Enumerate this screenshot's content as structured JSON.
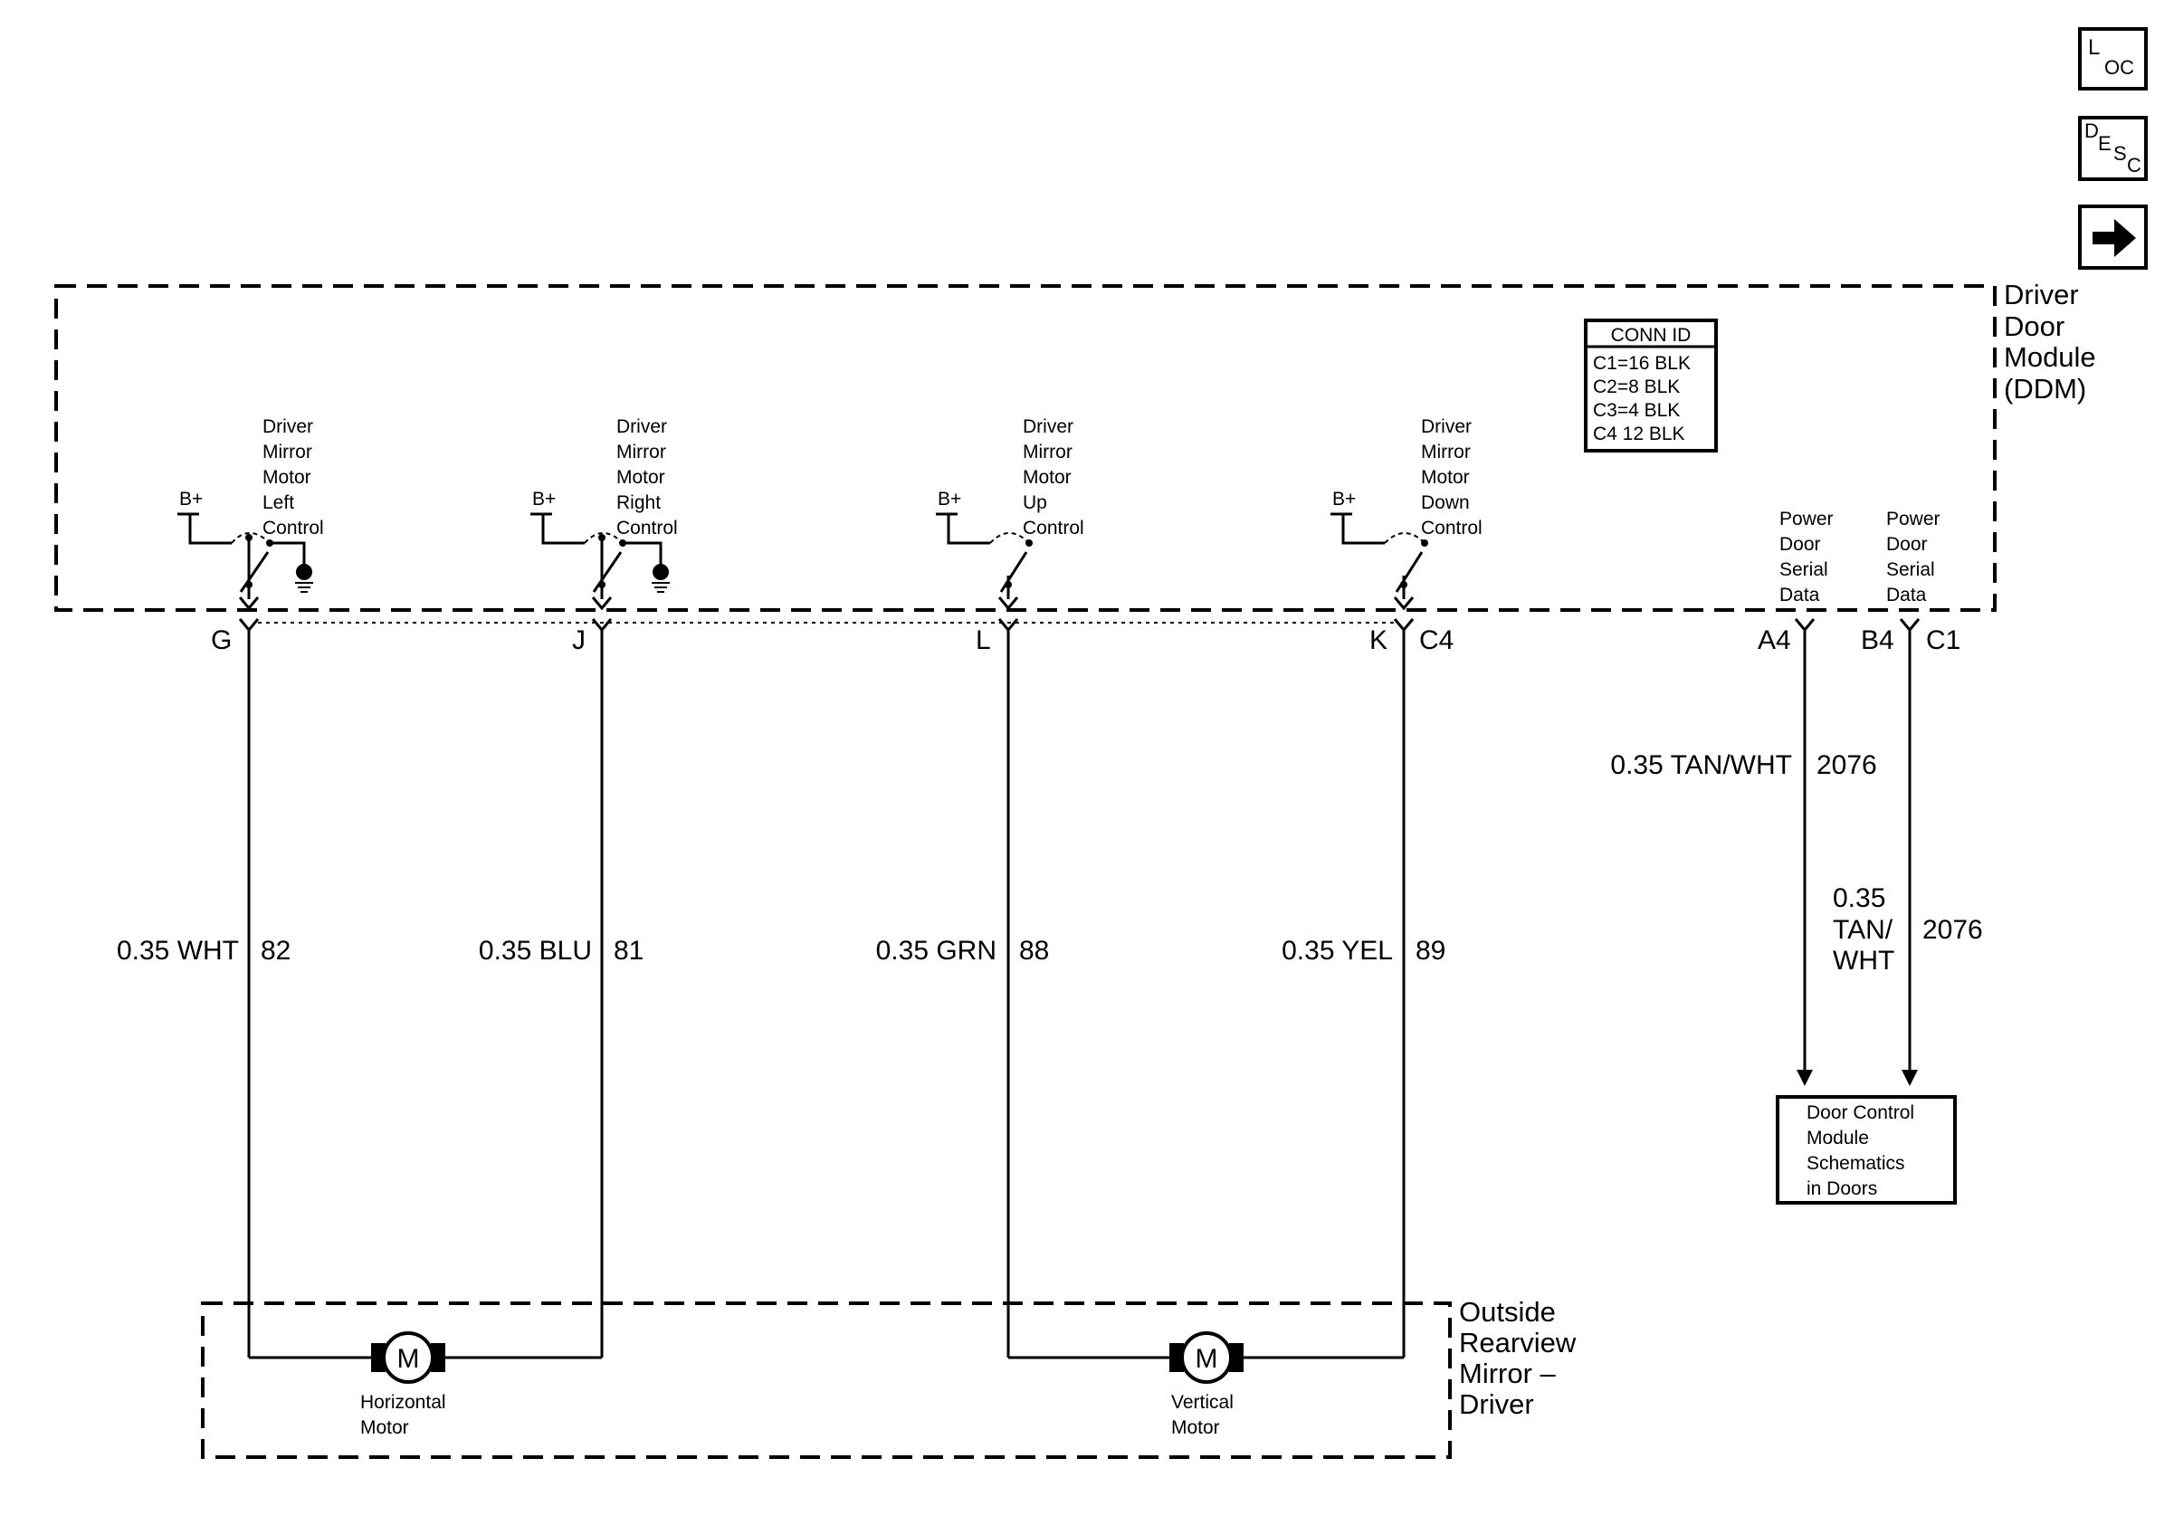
{
  "nav": {
    "loc": {
      "big": "L",
      "small": "OC"
    },
    "desc": {
      "big": "D",
      "mid": "E",
      "small1": "S",
      "small2": "C"
    },
    "arrow_icon": "right-arrow-icon"
  },
  "ddm": {
    "label_lines": [
      "Driver",
      "Door",
      "Module",
      "(DDM)"
    ]
  },
  "conn_id": {
    "title": "CONN ID",
    "rows": [
      "C1=16 BLK",
      "C2=8 BLK",
      "C3=4 BLK",
      "C4 12 BLK"
    ]
  },
  "switches": [
    {
      "label_lines": [
        "Driver",
        "Mirror",
        "Motor",
        "Left",
        "Control"
      ],
      "bplus": "B+",
      "pin": "G",
      "wire": "0.35 WHT",
      "circuit": "82"
    },
    {
      "label_lines": [
        "Driver",
        "Mirror",
        "Motor",
        "Right",
        "Control"
      ],
      "bplus": "B+",
      "pin": "J",
      "wire": "0.35 BLU",
      "circuit": "81"
    },
    {
      "label_lines": [
        "Driver",
        "Mirror",
        "Motor",
        "Up",
        "Control"
      ],
      "bplus": "B+",
      "pin": "L",
      "wire": "0.35 GRN",
      "circuit": "88"
    },
    {
      "label_lines": [
        "Driver",
        "Mirror",
        "Motor",
        "Down",
        "Control"
      ],
      "bplus": "B+",
      "pin": "K",
      "wire": "0.35 YEL",
      "circuit": "89"
    }
  ],
  "connector_c4": "C4",
  "serial": {
    "a": {
      "label_lines": [
        "Power",
        "Door",
        "Serial",
        "Data"
      ],
      "pin": "A4",
      "wire": "0.35 TAN/WHT",
      "circuit": "2076"
    },
    "b": {
      "label_lines": [
        "Power",
        "Door",
        "Serial",
        "Data"
      ],
      "pin": "B4",
      "connector": "C1",
      "wire_lines": [
        "0.35",
        "TAN/",
        "WHT"
      ],
      "circuit": "2076"
    }
  },
  "dcm_box": {
    "lines": [
      "Door Control",
      "Module",
      "Schematics",
      "in Doors"
    ]
  },
  "mirror": {
    "label_lines": [
      "Outside",
      "Rearview",
      "Mirror –",
      "Driver"
    ],
    "motor_symbol": "M",
    "horizontal_lines": [
      "Horizontal",
      "Motor"
    ],
    "vertical_lines": [
      "Vertical",
      "Motor"
    ]
  }
}
